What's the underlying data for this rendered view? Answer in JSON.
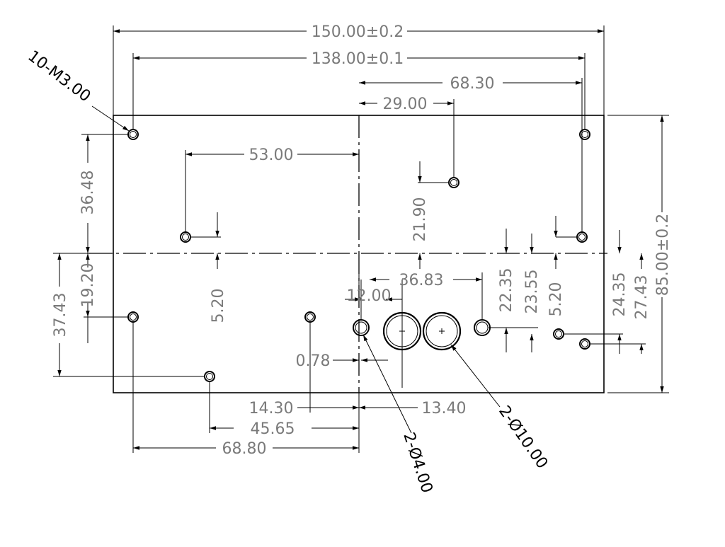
{
  "colors": {
    "outline": "#000000",
    "dimension": "#7a7a7a",
    "background": "#ffffff"
  },
  "dimensions": {
    "overall_width": "150.00±0.2",
    "hole_span_width": "138.00±0.1",
    "right_hole_offset": "68.30",
    "top_center_hole_offset": "29.00",
    "left_top_hole_offset": "53.00",
    "left_top_hole_height": "36.48",
    "center_hole_height": "21.90",
    "overall_height": "85.00±0.2",
    "left_lower_hole_height": "19.20",
    "left_bottom_hole_height": "37.43",
    "small_vertical_offset_left": "5.20",
    "large_hole_spacing": "36.83",
    "small_hole_spacing": "12.00",
    "right_hole_height_a": "22.35",
    "right_hole_height_b": "23.55",
    "right_small_offset": "5.20",
    "right_hole_height_c": "24.35",
    "right_hole_height_d": "27.43",
    "center_gap": "0.78",
    "bottom_left_hole_offset": "14.30",
    "bottom_right_hole_offset": "13.40",
    "bottom_hole_offset": "45.65",
    "bottom_left_total": "68.80"
  },
  "callouts": {
    "thread_holes": "10-M3.00",
    "small_holes": "2-Ø4.00",
    "large_holes": "2-Ø10.00"
  }
}
